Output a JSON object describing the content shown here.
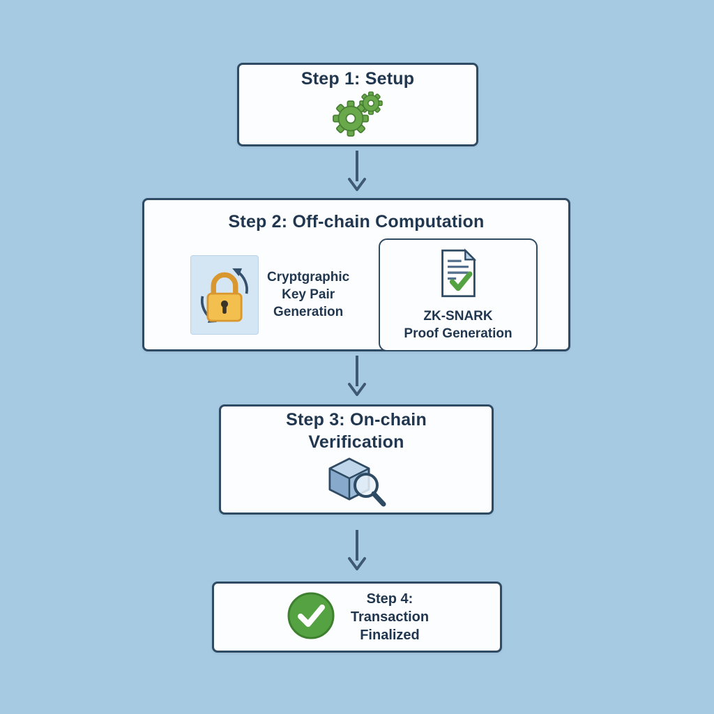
{
  "colors": {
    "background": "#a7cae3",
    "box_fill": "#fcfdfe",
    "box_border": "#2f4a63",
    "text": "#21374f",
    "arrow": "#3e5971",
    "gear_green": "#69a94c",
    "lock_body": "#f3c04f",
    "check_green": "#55a243",
    "cube_fill": "#9cbcd9"
  },
  "step1": {
    "title": "Step 1: Setup",
    "icon": "gears-icon"
  },
  "step2": {
    "title": "Step 2: Off-chain Computation",
    "keypair": {
      "icon": "lock-refresh-icon",
      "lines": [
        "Cryptgraphic",
        "Key Pair",
        "Generation"
      ]
    },
    "proof": {
      "icon": "document-check-icon",
      "lines": [
        "ZK-SNARK",
        "Proof Generation"
      ]
    }
  },
  "step3": {
    "lines": [
      "Step 3: On-chain",
      "Verification"
    ],
    "icon": "cube-magnifier-icon"
  },
  "step4": {
    "lines": [
      "Step 4:",
      "Transaction",
      "Finalized"
    ],
    "icon": "check-circle-icon"
  }
}
